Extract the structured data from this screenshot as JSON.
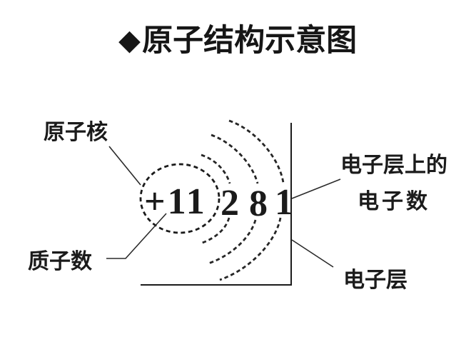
{
  "title": {
    "bullet": "◆",
    "text": "原子结构示意图"
  },
  "diagram": {
    "nucleus_charge": "+11",
    "shell_electrons": [
      "2",
      "8",
      "1"
    ],
    "labels": {
      "nucleus": "原子核",
      "proton_count": "质子数",
      "shell_electrons_line1": "电子层上的",
      "shell_electrons_line2": "电子数",
      "shell": "电子层"
    }
  },
  "colors": {
    "ink": "#1b1b1b",
    "background": "#ffffff"
  }
}
